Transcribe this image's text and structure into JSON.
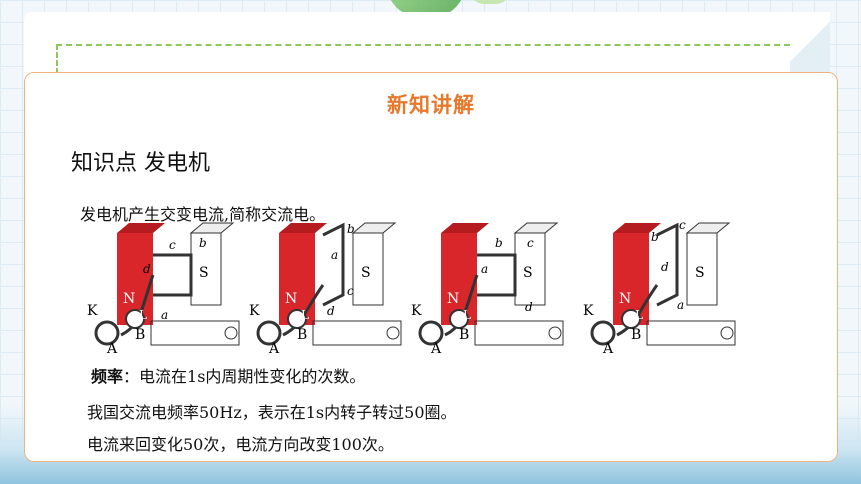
{
  "header": {
    "title": "新知讲解"
  },
  "knowledge_point": "知识点  发电机",
  "intro": "发电机产生交变电流,简称交流电。",
  "frequency": {
    "label": "频率",
    "text": "：电流在1s内周期性变化的次数。"
  },
  "line2": "我国交流电频率50Hz，表示在1s内转子转过50圈。",
  "line3": "电流来回变化50次，电流方向改变100次。",
  "diagrams": [
    {
      "pole_n": "N",
      "pole_s": "S",
      "brush_l": "L",
      "label_a": "a",
      "label_b": "b",
      "label_c": "c",
      "label_d": "d",
      "brush_k": "K",
      "brush_b": "B",
      "ring_a": "A"
    },
    {
      "pole_n": "N",
      "pole_s": "S",
      "brush_l": "L",
      "label_a": "a",
      "label_b": "b",
      "label_c": "c",
      "label_d": "d",
      "brush_k": "K",
      "brush_b": "B",
      "ring_a": "A"
    },
    {
      "pole_n": "N",
      "pole_s": "S",
      "brush_l": "L",
      "label_a": "a",
      "label_b": "b",
      "label_c": "c",
      "label_d": "d",
      "brush_k": "K",
      "brush_b": "B",
      "ring_a": "A"
    },
    {
      "pole_n": "N",
      "pole_s": "S",
      "brush_l": "L",
      "label_a": "a",
      "label_b": "b",
      "label_c": "c",
      "label_d": "d",
      "brush_k": "K",
      "brush_b": "B",
      "ring_a": "A"
    }
  ],
  "colors": {
    "accent": "#e8782b",
    "magnet_n": "#d8262b",
    "border": "#f0b37e",
    "dash": "#8cc95a"
  }
}
